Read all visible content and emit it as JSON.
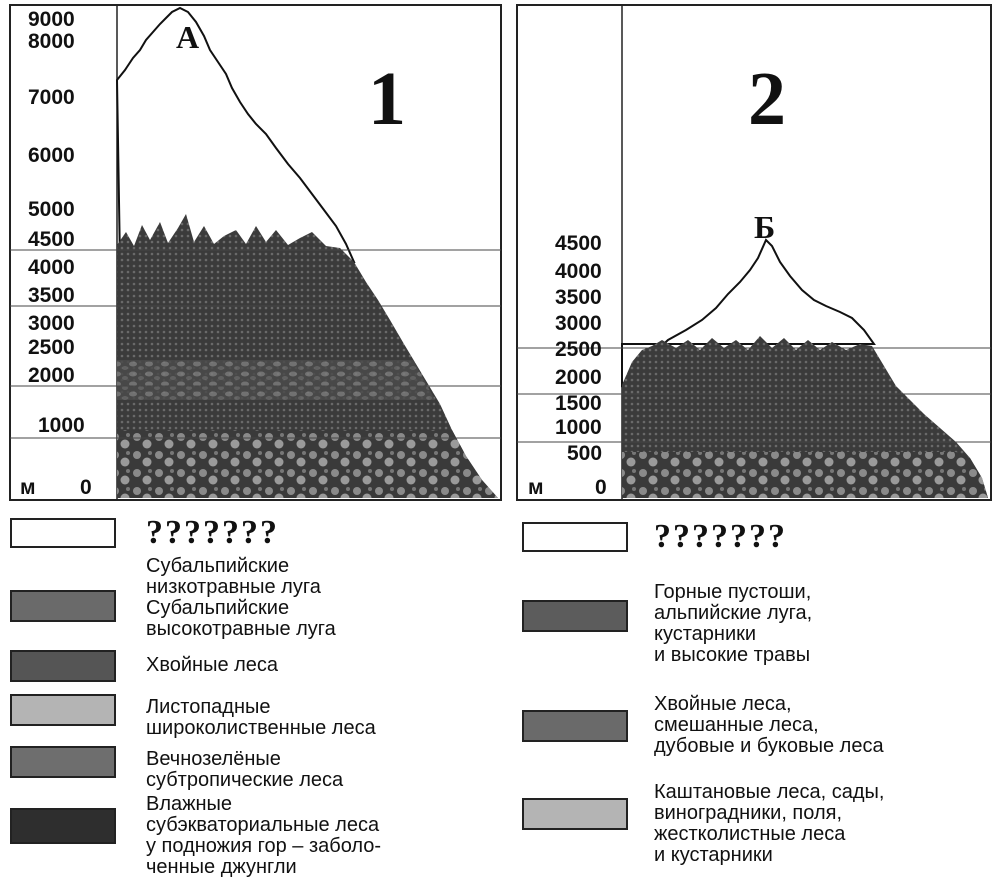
{
  "panel1": {
    "number": "1",
    "peak_label": "А",
    "unit": "м",
    "ticks": [
      "9000",
      "8000",
      "7000",
      "6000",
      "5000",
      "4500",
      "4000",
      "3500",
      "3000",
      "2500",
      "2000",
      "1000",
      "0"
    ]
  },
  "panel2": {
    "number": "2",
    "peak_label": "Б",
    "unit": "м",
    "ticks": [
      "4500",
      "4000",
      "3500",
      "3000",
      "2500",
      "2000",
      "1500",
      "1000",
      "500",
      "0"
    ]
  },
  "legend1": [
    {
      "text": "???????",
      "swatch": "white"
    },
    {
      "text": "Субальпийские\nнизкотравные луга\nСубальпийские\nвысокотравные луга",
      "swatch": "#6a6a6a"
    },
    {
      "text": "Хвойные леса",
      "swatch": "#555555"
    },
    {
      "text": "Листопадные\nшироколиственные леса",
      "swatch": "#b4b4b4"
    },
    {
      "text": "Вечнозелёные\nсубтропические леса",
      "swatch": "#6e6e6e"
    },
    {
      "text": "Влажные\nсубэкваториальные леса\nу подножия гор – заболо-\nченные джунгли",
      "swatch": "#2e2e2e"
    }
  ],
  "legend2": [
    {
      "text": "???????",
      "swatch": "white"
    },
    {
      "text": "Горные пустоши,\nальпийские луга,\nкустарники\nи высокие травы",
      "swatch": "#5c5c5c"
    },
    {
      "text": "Хвойные леса,\nсмешанные леса,\nдубовые и буковые леса",
      "swatch": "#6a6a6a"
    },
    {
      "text": "Каштановые леса, сады,\nвиноградники, поля,\nжестколистные леса\nи кустарники",
      "swatch": "#b4b4b4"
    }
  ]
}
